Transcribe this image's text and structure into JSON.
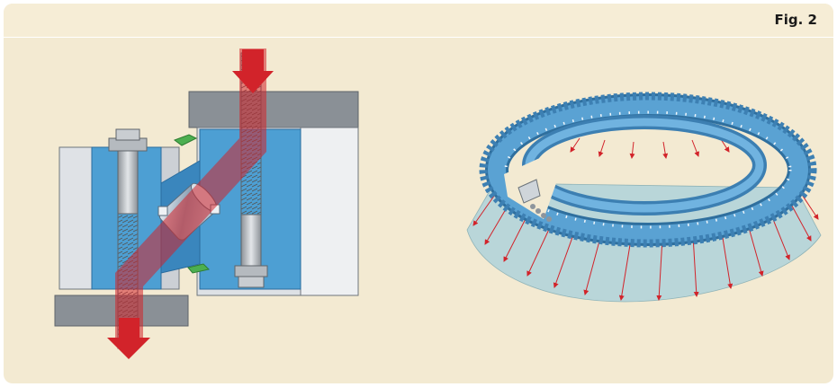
{
  "figure": {
    "label": "Fig. 2"
  },
  "colors": {
    "background": "#f3ead2",
    "bearing_blue": "#4d9fd3",
    "steel_gray": "#a9aeb3",
    "load_red": "#d2232a",
    "seal_green": "#4caf50",
    "cone_fill": "#b9d6d9"
  },
  "illustrations": [
    "cross-section-load-path",
    "slewing-ring-load-cone"
  ]
}
